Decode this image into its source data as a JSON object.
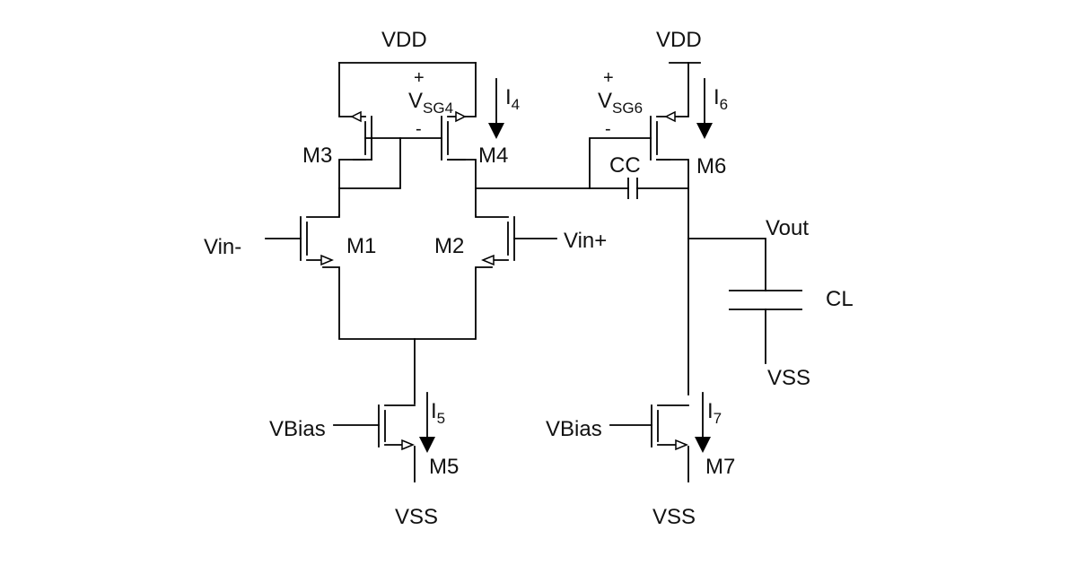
{
  "labels": {
    "vdd_left": "VDD",
    "vdd_right": "VDD",
    "vss_m5": "VSS",
    "vss_m7": "VSS",
    "vss_cl": "VSS",
    "vin_minus": "Vin-",
    "vin_plus": "Vin+",
    "vbias_left": "VBias",
    "vbias_right": "VBias",
    "vout": "Vout",
    "cl": "CL",
    "cc": "CC",
    "m1": "M1",
    "m2": "M2",
    "m3": "M3",
    "m4": "M4",
    "m5": "M5",
    "m6": "M6",
    "m7": "M7"
  },
  "vsg4": {
    "plus": "+",
    "v": "V",
    "sub": "SG4",
    "minus": "-"
  },
  "vsg6": {
    "plus": "+",
    "v": "V",
    "sub": "SG6",
    "minus": "-"
  },
  "currents": {
    "i4": {
      "i": "I",
      "sub": "4"
    },
    "i5": {
      "i": "I",
      "sub": "5"
    },
    "i6": {
      "i": "I",
      "sub": "6"
    },
    "i7": {
      "i": "I",
      "sub": "7"
    }
  }
}
